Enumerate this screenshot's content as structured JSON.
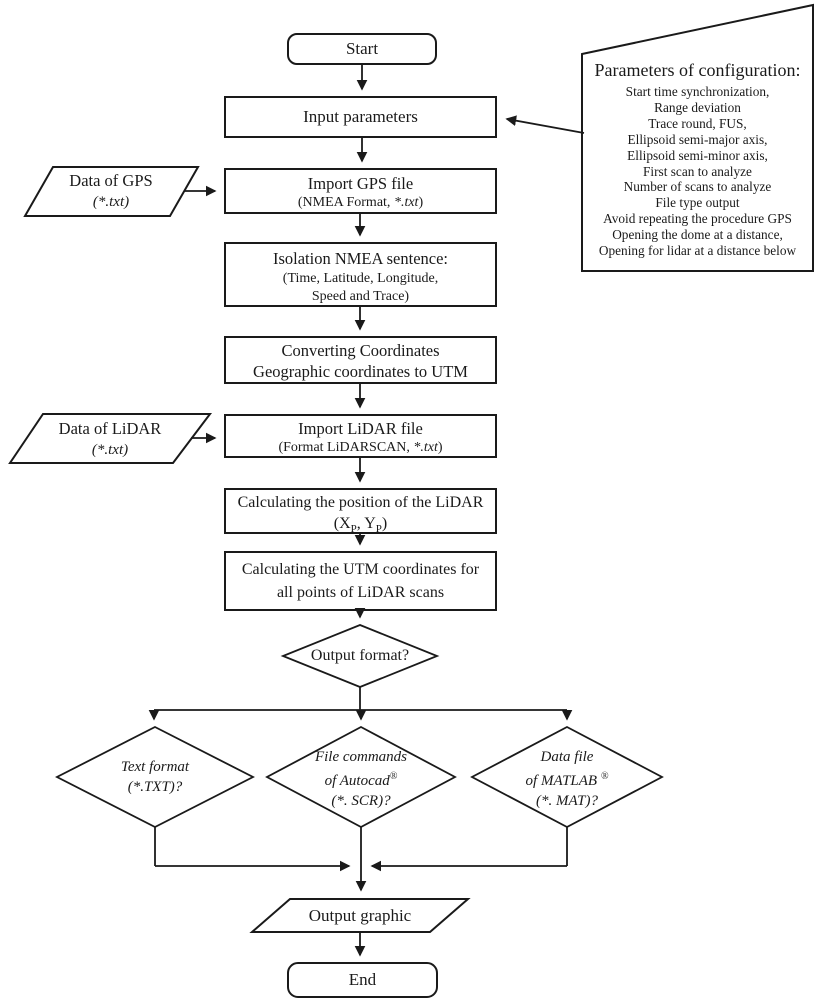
{
  "colors": {
    "background": "#ffffff",
    "line": "#1a1a1a",
    "text": "#1a1a1a"
  },
  "nodes": {
    "start": {
      "label": "Start"
    },
    "input_parameters": {
      "label": "Input parameters"
    },
    "parameters_config": {
      "title": "Parameters of configuration:",
      "items": [
        "Start time synchronization,",
        "Range deviation",
        "Trace round, FUS,",
        "Ellipsoid semi-major axis,",
        "Ellipsoid semi-minor axis,",
        "First scan to analyze",
        "Number of scans to analyze",
        "File type output",
        "Avoid repeating the procedure GPS",
        "Opening the dome at a distance,",
        "Opening for lidar at a distance below"
      ]
    },
    "data_of_gps": {
      "line1": "Data of GPS",
      "line2": "(*.txt)"
    },
    "import_gps_file": {
      "line1": "Import GPS file",
      "line2_normal": "(NMEA Format, ",
      "line2_italic": "*.txt",
      "line2_end": ")"
    },
    "isolation_nmea": {
      "line1": "Isolation NMEA sentence:",
      "line2": "(Time, Latitude, Longitude,",
      "line3": "Speed and Trace)"
    },
    "converting_coordinates": {
      "line1": "Converting Coordinates",
      "line2": "Geographic coordinates to UTM"
    },
    "data_of_lidar": {
      "line1": "Data of LiDAR",
      "line2": "(*.txt)"
    },
    "import_lidar_file": {
      "line1": "Import LiDAR file",
      "line2_normal": "(Format LiDARSCAN, ",
      "line2_italic": "*.txt",
      "line2_end": ")"
    },
    "calculating_position": {
      "line1": "Calculating the position of the LiDAR",
      "l2_a": "(X",
      "l2_sub1": "P",
      "l2_b": ", Y",
      "l2_sub2": "P",
      "l2_c": ")"
    },
    "calculating_utm": {
      "line1": "Calculating the UTM coordinates for",
      "line2": "all points of LiDAR scans"
    },
    "output_format": {
      "label": "Output format?"
    },
    "text_format": {
      "line1": "Text format",
      "line2": "(*.TXT)?"
    },
    "file_commands": {
      "line1": "File commands",
      "line2": "of Autocad",
      "line2_sup": "®",
      "line3": "(*. SCR)?"
    },
    "data_file_matlab": {
      "line1": "Data file",
      "line2": "of MATLAB ",
      "line2_sup": "®",
      "line3": "(*. MAT)?"
    },
    "output_graphic": {
      "label": "Output graphic"
    },
    "end": {
      "label": "End"
    }
  }
}
